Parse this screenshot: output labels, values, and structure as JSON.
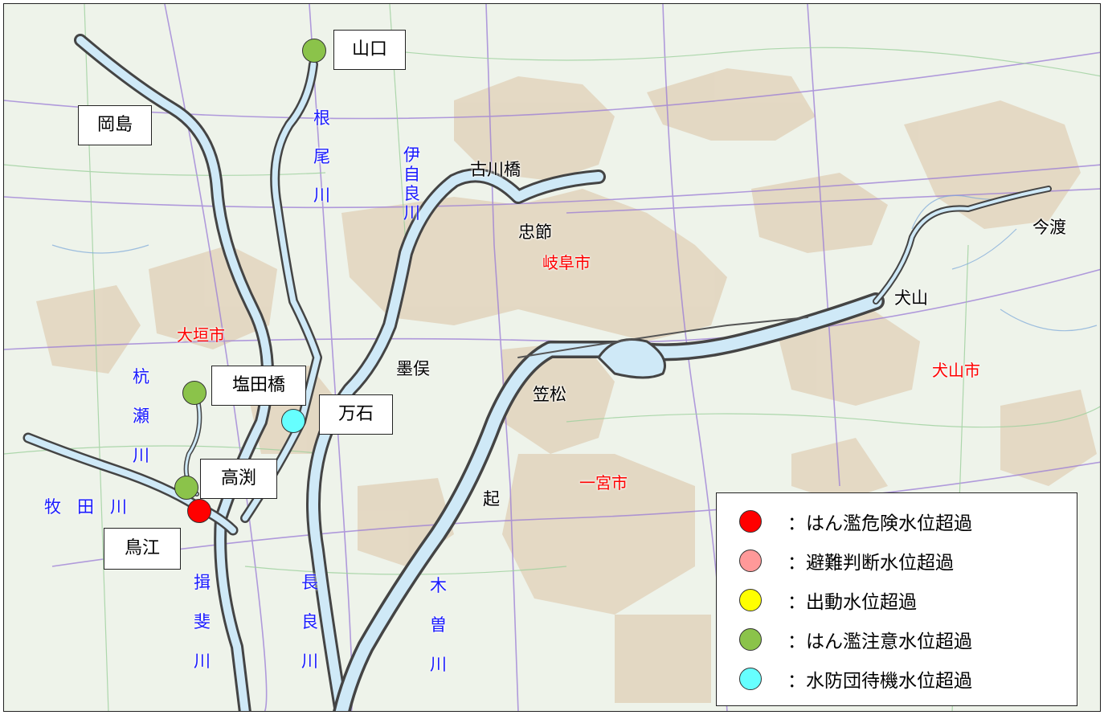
{
  "colors": {
    "danger": "#ff0000",
    "evacuation": "#ff9999",
    "dispatch": "#ffff00",
    "caution": "#8bc34a",
    "standby": "#66ffff",
    "river_label": "#1a1aff",
    "city_label": "#ff0000"
  },
  "stations": {
    "yamaguchi": {
      "name": "山口",
      "status": "caution"
    },
    "okajima": {
      "name": "岡島"
    },
    "shiodabashi": {
      "name": "塩田橋",
      "status": "caution"
    },
    "mangoku": {
      "name": "万石",
      "status": "standby"
    },
    "takabuchi": {
      "name": "高渕",
      "status": "caution"
    },
    "torie": {
      "name": "鳥江",
      "status": "danger"
    }
  },
  "place_labels": {
    "furukawabashi": "古川橋",
    "chusetsu": "忠節",
    "imawatari": "今渡",
    "inuyama": "犬山",
    "sunomata": "墨俣",
    "kasamatsu": "笠松",
    "okoshi": "起"
  },
  "city_labels": {
    "gifu": "岐阜市",
    "ogaki": "大垣市",
    "inuyama_city": "犬山市",
    "ichinomiya": "一宮市"
  },
  "rivers": {
    "neo": [
      "根",
      "尾",
      "川"
    ],
    "ijira": [
      "伊",
      "自",
      "良",
      "川"
    ],
    "kuise": [
      "杭",
      "瀬",
      "川"
    ],
    "makida": "牧田川",
    "ibi": [
      "揖",
      "斐",
      "川"
    ],
    "nagara": [
      "長",
      "良",
      "川"
    ],
    "kiso": [
      "木",
      "曽",
      "川"
    ]
  },
  "legend": {
    "items": [
      {
        "key": "danger",
        "label": "：はん濫危険水位超過",
        "color": "#ff0000"
      },
      {
        "key": "evacuation",
        "label": "：避難判断水位超過",
        "color": "#ff9999"
      },
      {
        "key": "dispatch",
        "label": "：出動水位超過",
        "color": "#ffff00"
      },
      {
        "key": "caution",
        "label": "：はん濫注意水位超過",
        "color": "#8bc34a"
      },
      {
        "key": "standby",
        "label": "：水防団待機水位超過",
        "color": "#66ffff"
      }
    ]
  }
}
